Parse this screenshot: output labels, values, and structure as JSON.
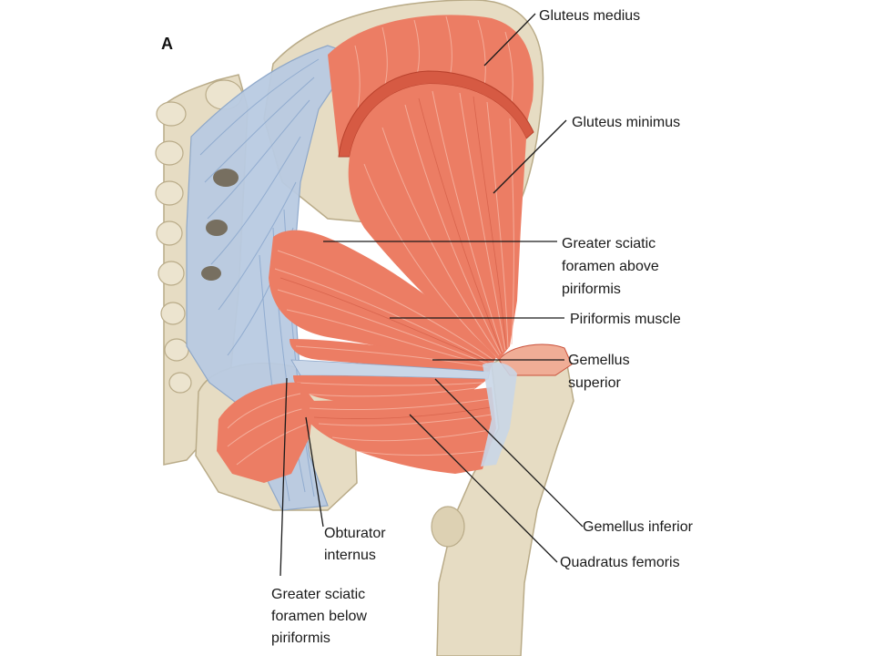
{
  "figure": {
    "panel_label": "A",
    "labels": {
      "gluteus_medius": "Gluteus medius",
      "gluteus_minimus": "Gluteus minimus",
      "gsf_above": [
        "Greater sciatic",
        "foramen above",
        "piriformis"
      ],
      "piriformis": "Piriformis muscle",
      "gemellus_superior": [
        "Gemellus",
        "superior"
      ],
      "gemellus_inferior": "Gemellus inferior",
      "quadratus_femoris": "Quadratus femoris",
      "obturator_internus": [
        "Obturator",
        "internus"
      ],
      "gsf_below": [
        "Greater sciatic",
        "foramen below",
        "piriformis"
      ]
    },
    "colors": {
      "bone": "#e6dcc3",
      "bone_shadow": "#c9bb98",
      "muscle": "#ec7d64",
      "muscle_dark": "#d65a43",
      "ligament": "#b9cbe2",
      "leader": "#1a1a1a"
    }
  }
}
